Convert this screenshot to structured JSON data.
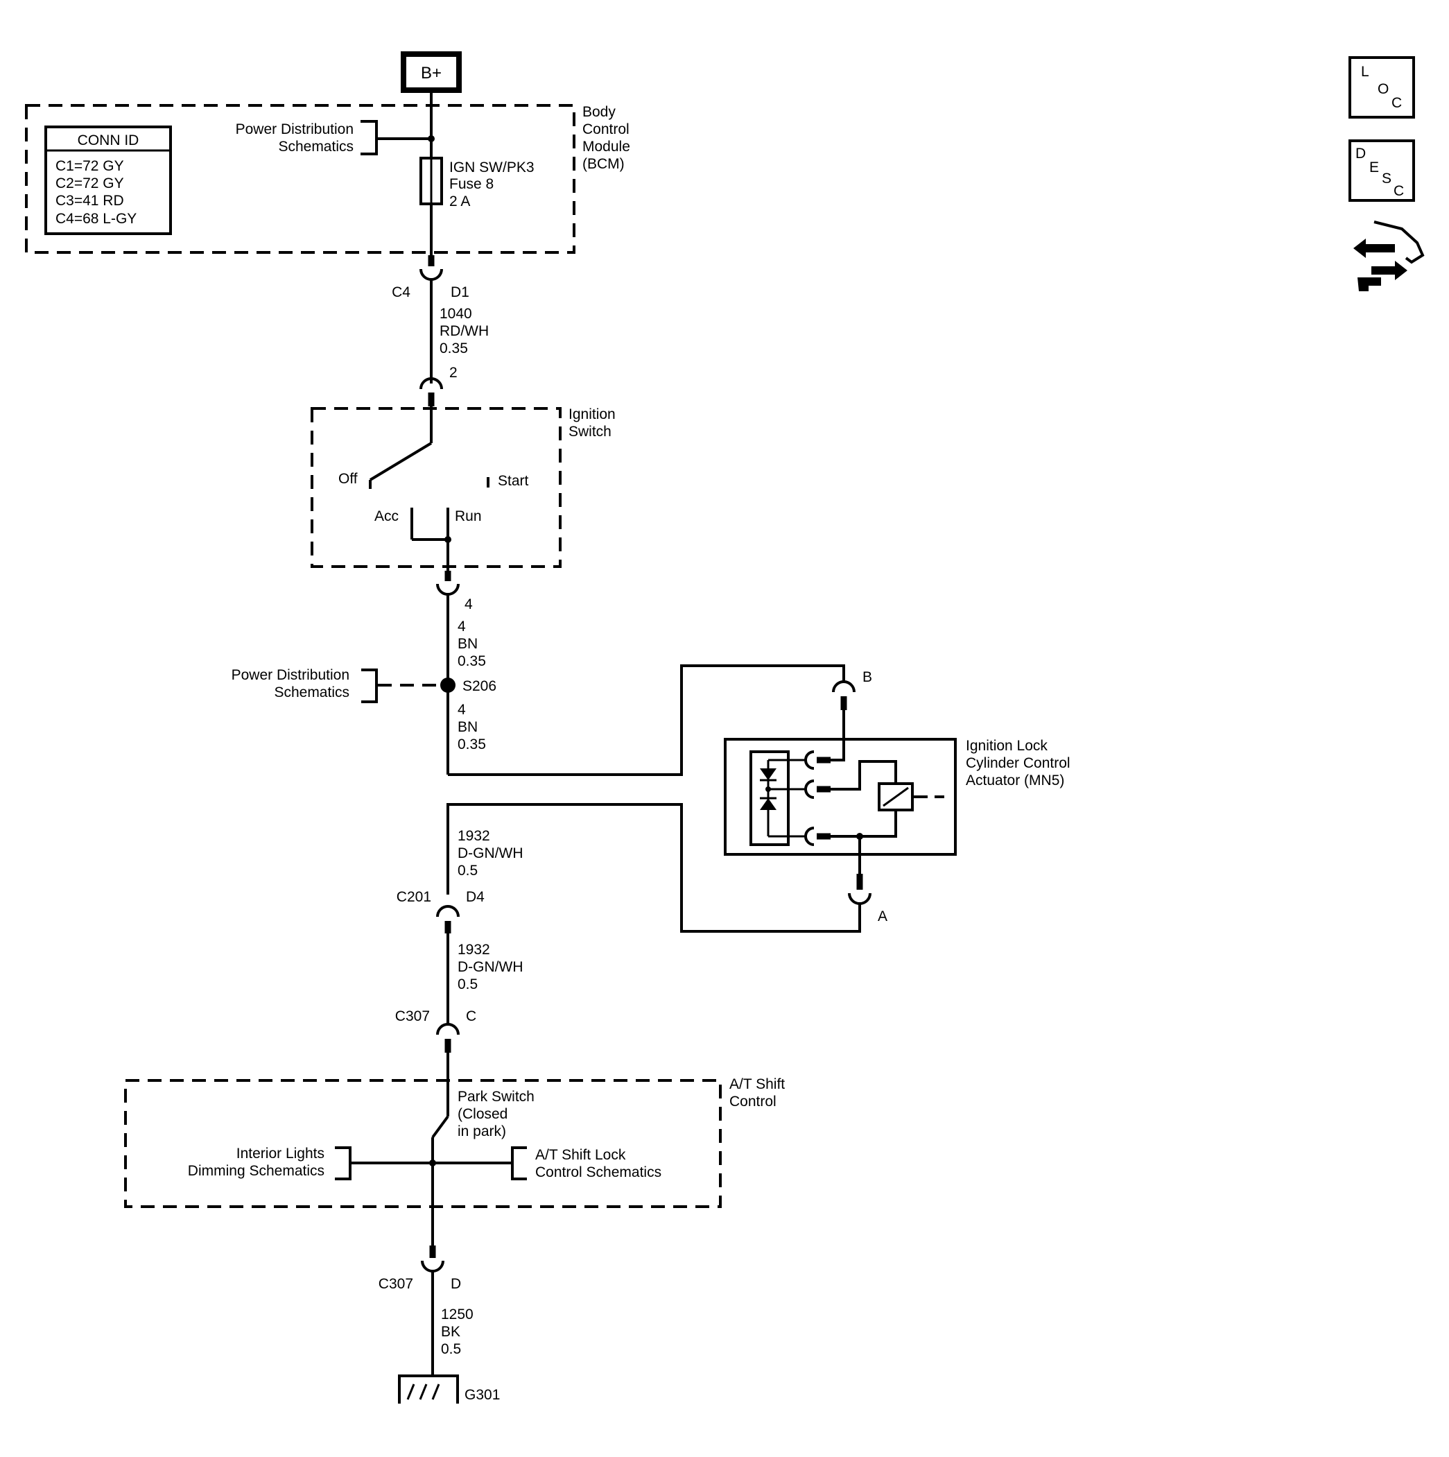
{
  "power_source": "B+",
  "conn_id": {
    "header": "CONN ID",
    "rows": [
      "C1=72 GY",
      "C2=72 GY",
      "C3=41 RD",
      "C4=68 L-GY"
    ]
  },
  "bcm": {
    "name_lines": [
      "Body",
      "Control",
      "Module",
      "(BCM)"
    ],
    "pds_lines": [
      "Power Distribution",
      "Schematics"
    ],
    "fuse_lines": [
      "IGN SW/PK3",
      "Fuse 8",
      "2 A"
    ]
  },
  "connector_c4": {
    "name": "C4",
    "pin": "D1"
  },
  "wire_1040": [
    "1040",
    "RD/WH",
    "0.35"
  ],
  "ign_switch": {
    "pin_in": "2",
    "name_lines": [
      "Ignition",
      "Switch"
    ],
    "positions": {
      "off": "Off",
      "start": "Start",
      "acc": "Acc",
      "run": "Run"
    },
    "pin_out": "4"
  },
  "wire_4_upper": [
    "4",
    "BN",
    "0.35"
  ],
  "splice": {
    "name": "S206",
    "pds_lines": [
      "Power Distribution",
      "Schematics"
    ]
  },
  "wire_4_lower": [
    "4",
    "BN",
    "0.35"
  ],
  "actuator": {
    "name_lines": [
      "Ignition Lock",
      "Cylinder Control",
      "Actuator (MN5)"
    ],
    "pin_b": "B",
    "pin_a": "A"
  },
  "wire_1932_upper": [
    "1932",
    "D-GN/WH",
    "0.5"
  ],
  "connector_c201": {
    "name": "C201",
    "pin": "D4"
  },
  "wire_1932_lower": [
    "1932",
    "D-GN/WH",
    "0.5"
  ],
  "connector_c307_c": {
    "name": "C307",
    "pin": "C"
  },
  "at_shift": {
    "name_lines": [
      "A/T Shift",
      "Control"
    ],
    "park_switch_lines": [
      "Park Switch",
      "(Closed",
      "in park)"
    ],
    "interior_lines": [
      "Interior Lights",
      "Dimming Schematics"
    ],
    "shiftlock_lines": [
      "A/T Shift Lock",
      "Control Schematics"
    ]
  },
  "connector_c307_d": {
    "name": "C307",
    "pin": "D"
  },
  "wire_1250": [
    "1250",
    "BK",
    "0.5"
  ],
  "ground": "G301",
  "nav": {
    "loc": [
      "L",
      "O",
      "C"
    ],
    "desc": [
      "D",
      "E",
      "S",
      "C"
    ],
    "nav_icon": "navigation-arrows-hand-icon"
  }
}
